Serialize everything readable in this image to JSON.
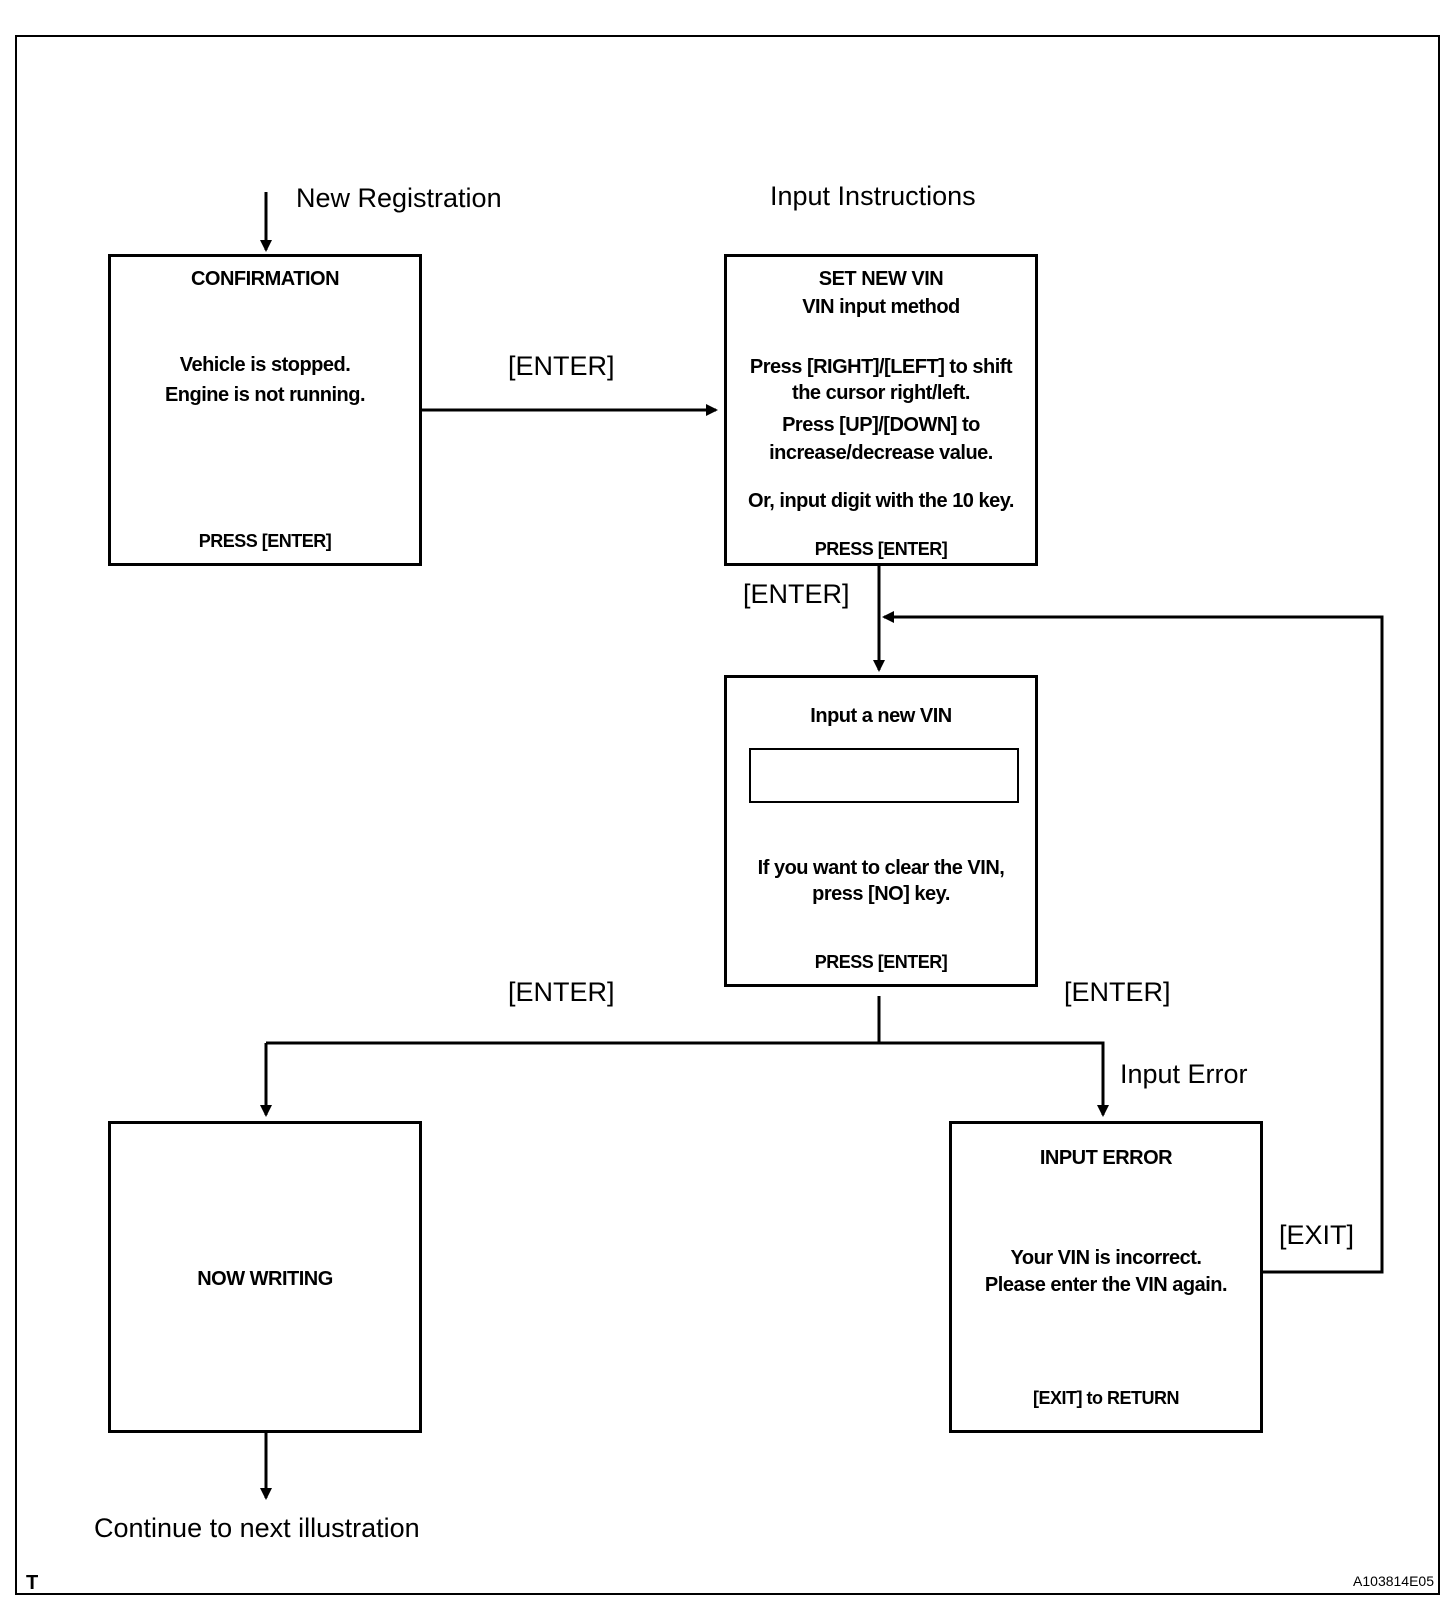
{
  "labels": {
    "new_registration": "New Registration",
    "input_instructions": "Input Instructions",
    "enter_1": "[ENTER]",
    "enter_2": "[ENTER]",
    "enter_left": "[ENTER]",
    "enter_right": "[ENTER]",
    "input_error": "Input Error",
    "exit": "[EXIT]",
    "continue": "Continue to next illustration",
    "corner_letter": "T",
    "figure_id": "A103814E05"
  },
  "boxes": {
    "confirmation": {
      "title": "CONFIRMATION",
      "line1": "Vehicle is stopped.",
      "line2": "Engine is not running.",
      "footer": "PRESS [ENTER]"
    },
    "set_new_vin": {
      "title": "SET NEW VIN",
      "subtitle": "VIN input method",
      "line1": "Press [RIGHT]/[LEFT] to shift",
      "line2": "the cursor right/left.",
      "line3": "Press [UP]/[DOWN]  to",
      "line4": "increase/decrease value.",
      "line5": "Or, input digit with the 10 key.",
      "footer": "PRESS [ENTER]"
    },
    "input_vin": {
      "title": "Input a new VIN",
      "field_value": "",
      "line1": "If you want to clear the VIN,",
      "line2": "press [NO] key.",
      "footer": "PRESS [ENTER]"
    },
    "now_writing": {
      "title": "NOW WRITING"
    },
    "input_error": {
      "title": "INPUT  ERROR",
      "line1": "Your VIN is incorrect.",
      "line2": "Please enter the VIN again.",
      "footer": "[EXIT] to RETURN"
    }
  }
}
